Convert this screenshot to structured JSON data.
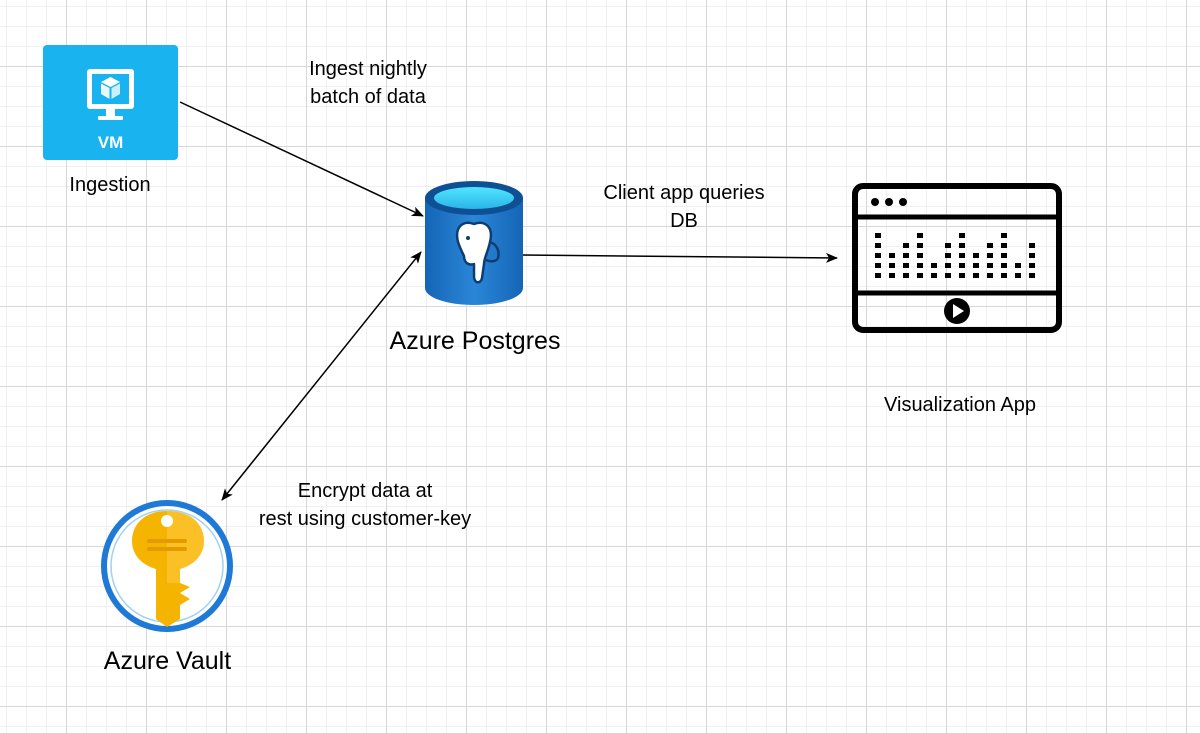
{
  "diagram": {
    "nodes": {
      "ingestion": {
        "label": "Ingestion",
        "icon": "vm-icon",
        "icon_text": "VM",
        "color": "#19b4ef"
      },
      "postgres": {
        "label": "Azure Postgres",
        "icon": "postgres-database-icon",
        "color": "#1e73c8"
      },
      "visualization": {
        "label": "Visualization App",
        "icon": "dashboard-icon",
        "color": "#000000"
      },
      "vault": {
        "label": "Azure Vault",
        "icon": "key-vault-icon",
        "color": "#f5b400"
      }
    },
    "edges": {
      "ingest": {
        "label_lines": [
          "Ingest nightly",
          "batch of data"
        ]
      },
      "query": {
        "label_lines": [
          "Client app queries",
          "DB"
        ]
      },
      "encrypt": {
        "label_lines": [
          "Encrypt data at",
          "rest using customer-key"
        ]
      }
    }
  }
}
